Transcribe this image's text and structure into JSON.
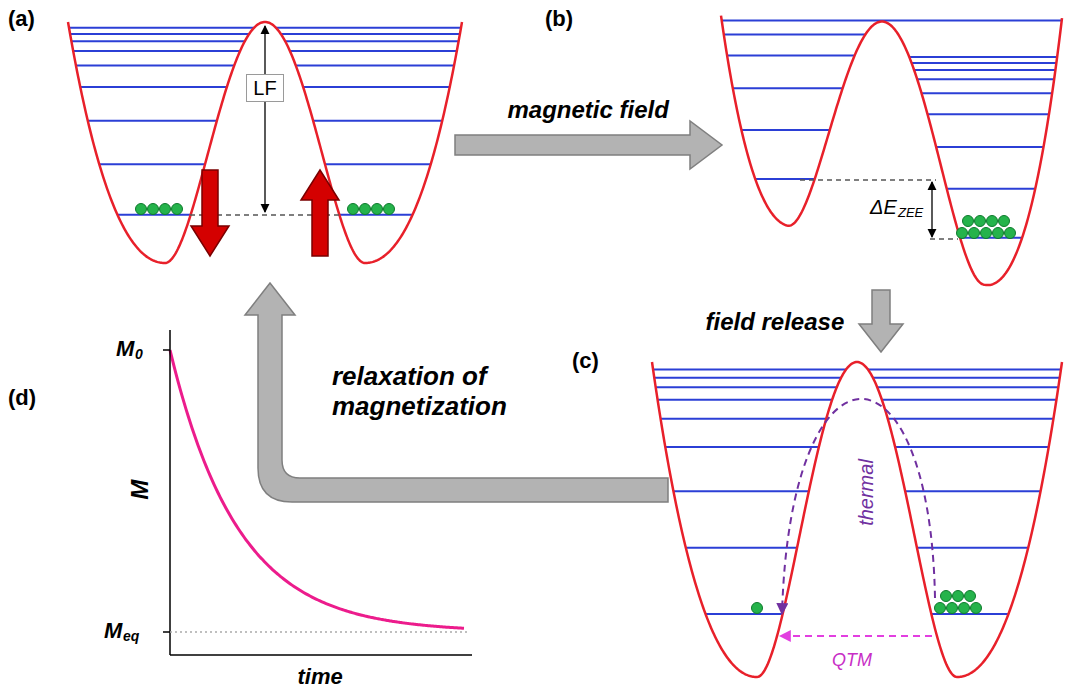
{
  "diagram": {
    "nodes": [
      {
        "text": [
          "LF"
        ]
      }
    ],
    "labels": [
      "(a)",
      "(b)",
      "(c)",
      "(d)",
      "magnetic field",
      "ΔE",
      "ZEE",
      "field release",
      "relaxation of magnetization",
      "thermal",
      "QTM",
      "M",
      "0",
      "M",
      "eq",
      "M",
      "time"
    ]
  }
}
